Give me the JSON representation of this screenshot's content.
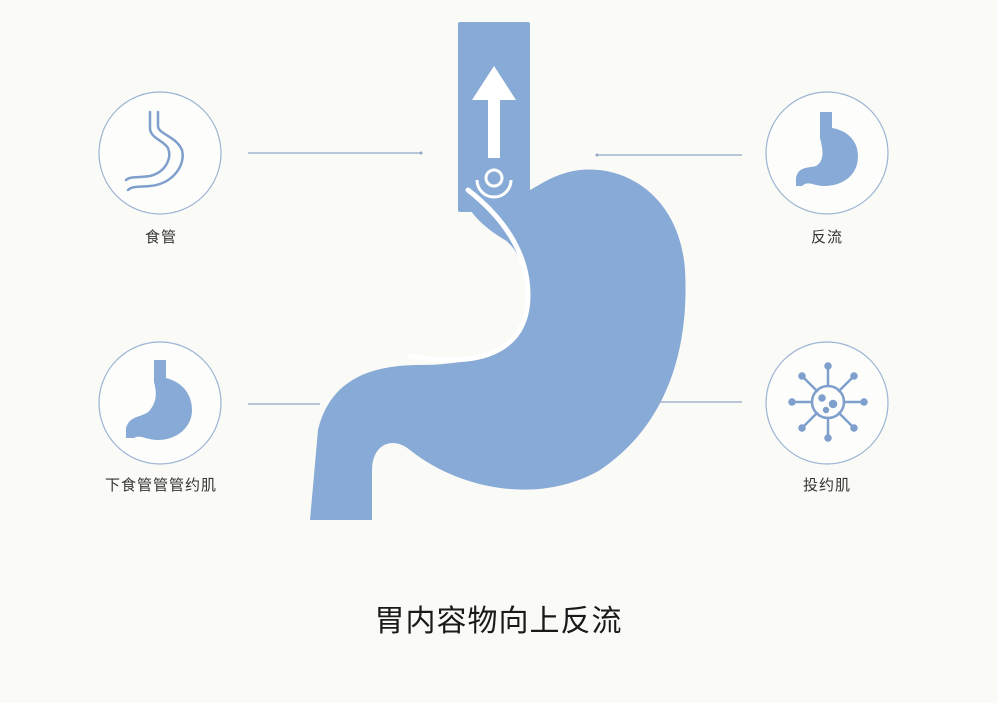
{
  "colors": {
    "organ": "#88aad6",
    "outline": "#7f9fcc",
    "line": "#8fa6c7",
    "circle_border": "#9bb3d3",
    "white": "#ffffff",
    "text": "#333333"
  },
  "labels": {
    "esophagus": "食管",
    "reflux": "反流",
    "les": "下食管管管约肌",
    "pylorus": "投约肌"
  },
  "caption": "胃内容物向上反流",
  "icons": {
    "esophagus": "stomach-outline-icon",
    "reflux": "stomach-filled-icon",
    "les": "stomach-filled-icon",
    "pylorus": "bacteria-icon"
  }
}
